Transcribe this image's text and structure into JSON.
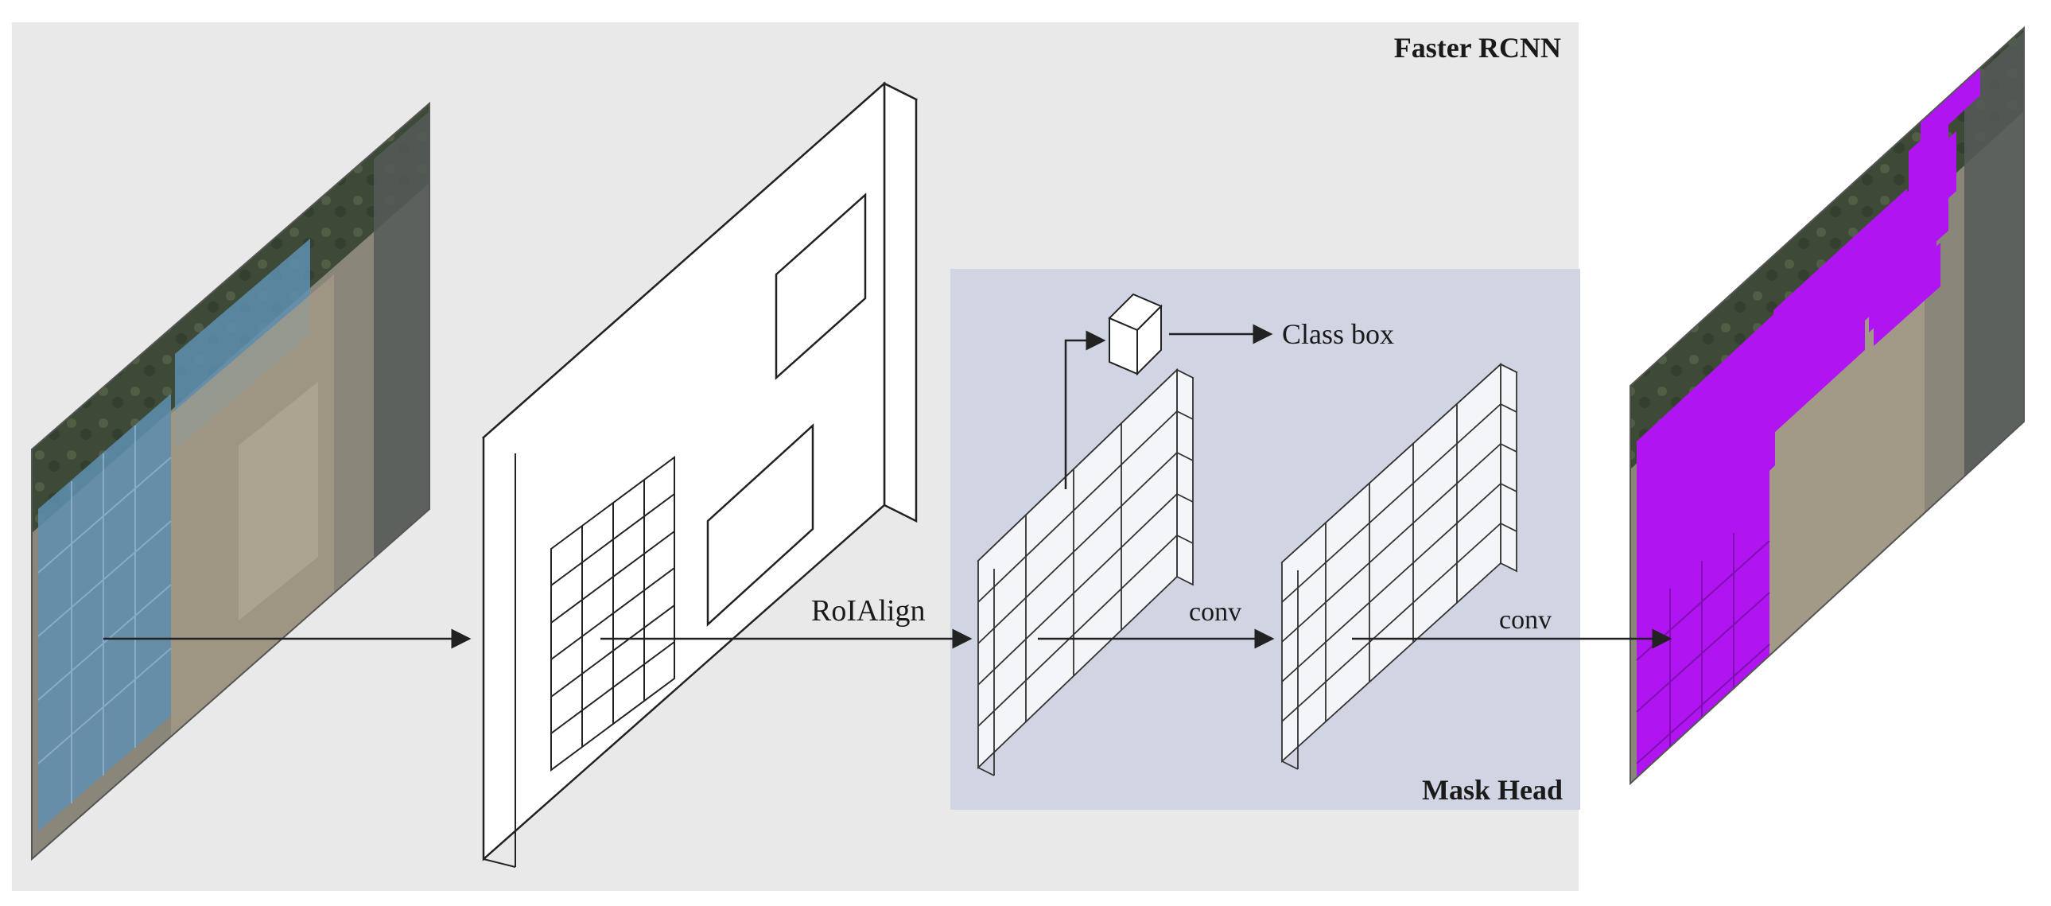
{
  "diagram": {
    "regions": {
      "faster_rcnn": "Faster RCNN",
      "mask_head": "Mask Head"
    },
    "labels": {
      "roialign": "RoIAlign",
      "conv_1": "conv",
      "conv_2": "conv",
      "class_box": "Class box"
    },
    "images": {
      "input": "aerial satellite image input",
      "output": "segmented output with magenta building masks"
    },
    "colors": {
      "faster_rcnn_bg": "#e9e9e9",
      "mask_head_bg": "#d1d5e3",
      "mask_fill": "#b014f0",
      "roof_blue": "#5f8fb0"
    }
  }
}
